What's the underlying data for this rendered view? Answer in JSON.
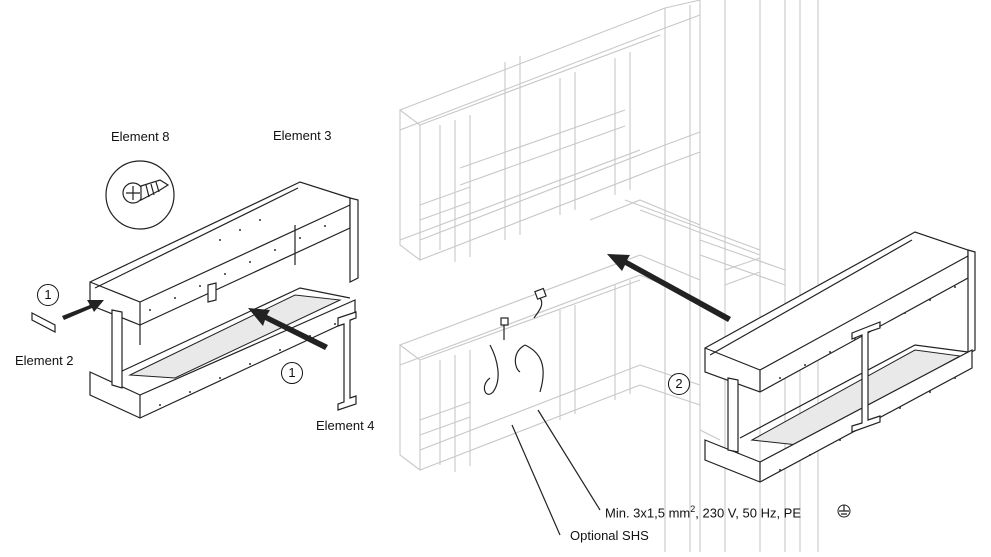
{
  "labels": {
    "element8": "Element 8",
    "element3": "Element 3",
    "element2": "Element 2",
    "element4": "Element 4",
    "optional_shs": "Optional SHS",
    "power_spec_prefix": "Min. 3x1,5 mm",
    "power_spec_sup": "2",
    "power_spec_suffix": ", 230 V, 50 Hz,  PE"
  },
  "steps": {
    "step1_a": "1",
    "step1_b": "1",
    "step2": "2"
  },
  "icons": {
    "screw": "screw-icon",
    "ground": "ground-icon"
  }
}
